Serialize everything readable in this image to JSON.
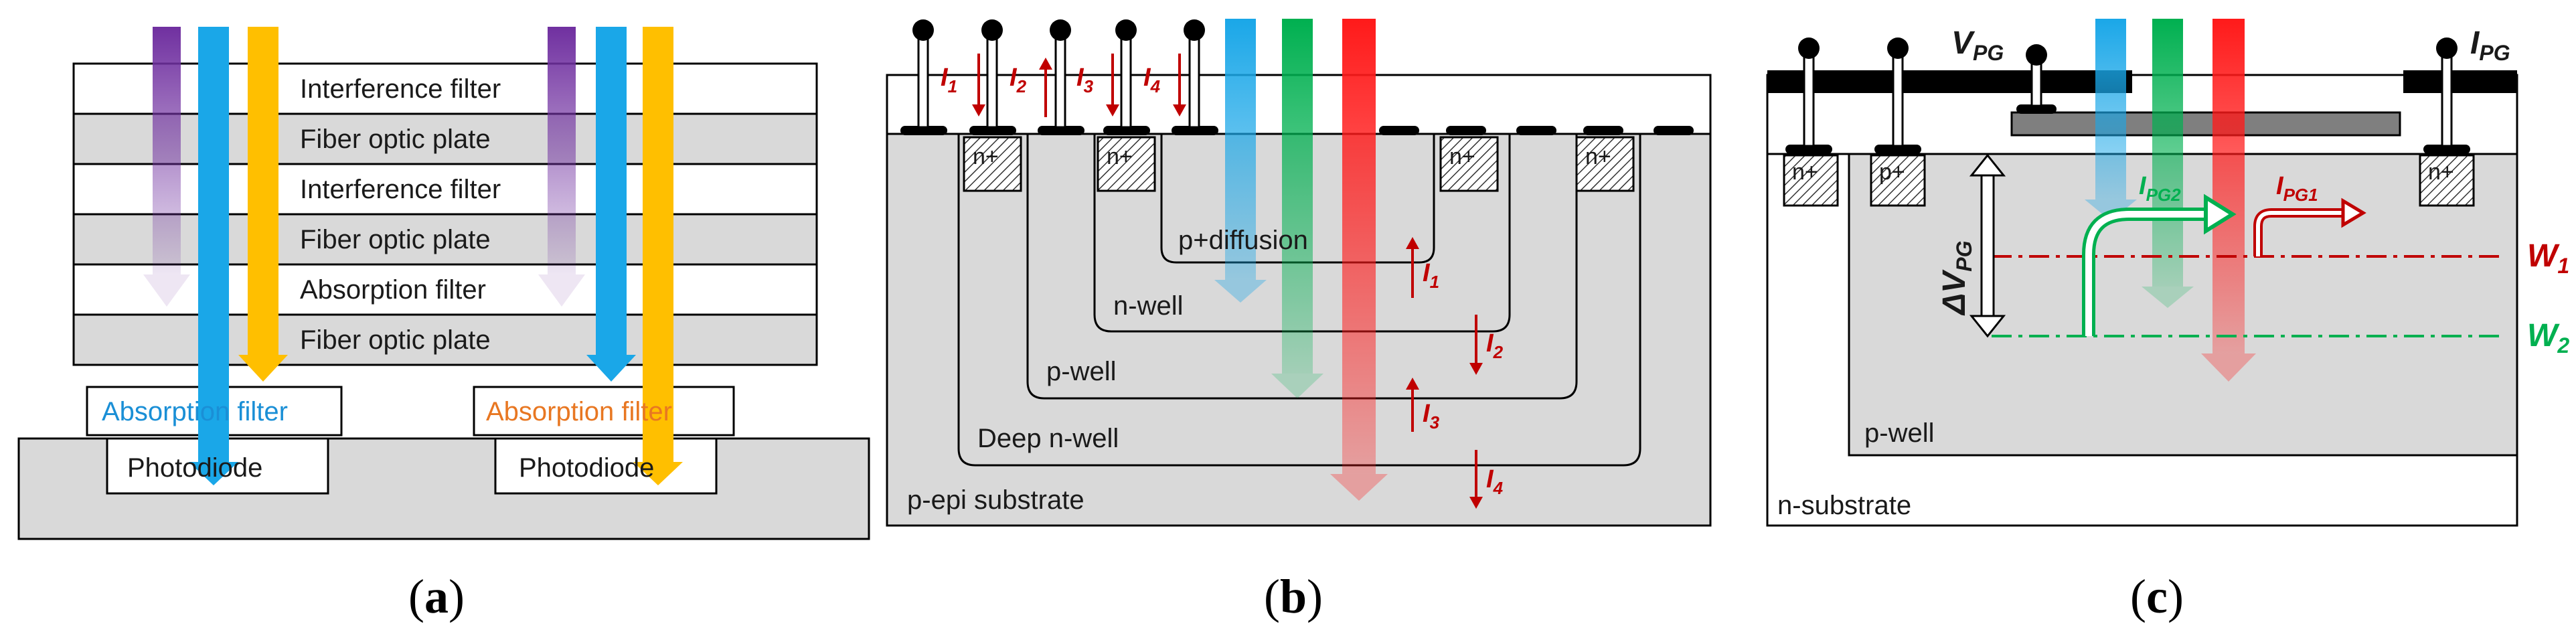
{
  "panel_a": {
    "caption": "a",
    "layers": [
      "Interference filter",
      "Fiber optic plate",
      "Interference filter",
      "Fiber optic plate",
      "Absorption filter",
      "Fiber optic plate"
    ],
    "absorption_filter_left": "Absorption filter",
    "absorption_filter_right": "Absorption filter",
    "photodiode_left": "Photodiode",
    "photodiode_right": "Photodiode"
  },
  "panel_b": {
    "caption": "b",
    "currents": [
      {
        "letter": "I",
        "sub": "1"
      },
      {
        "letter": "I",
        "sub": "2"
      },
      {
        "letter": "I",
        "sub": "3"
      },
      {
        "letter": "I",
        "sub": "4"
      }
    ],
    "n_plus": "n+",
    "p_diffusion": "p+diffusion",
    "n_well": "n-well",
    "p_well": "p-well",
    "deep_n_well": "Deep n-well",
    "substrate": "p-epi substrate"
  },
  "panel_c": {
    "caption": "c",
    "vpg": {
      "letter": "V",
      "sub": "PG"
    },
    "ipg": {
      "letter": "I",
      "sub": "PG"
    },
    "delta_vpg": {
      "letter": "ΔV",
      "sub": "PG"
    },
    "ipg1": {
      "letter": "I",
      "sub": "PG1"
    },
    "ipg2": {
      "letter": "I",
      "sub": "PG2"
    },
    "w1": {
      "letter": "W",
      "sub": "1"
    },
    "w2": {
      "letter": "W",
      "sub": "2"
    },
    "n_plus": "n+",
    "p_plus": "p+",
    "p_well": "p-well",
    "substrate": "n-substrate"
  },
  "colors": {
    "violet": "#7030a0",
    "blue": "#1aa7e8",
    "yellow": "#ffbf00",
    "green": "#00b050",
    "red": "#ff1a1a",
    "dark_red": "#c00000",
    "substrate_gray": "#d9d9d9"
  }
}
